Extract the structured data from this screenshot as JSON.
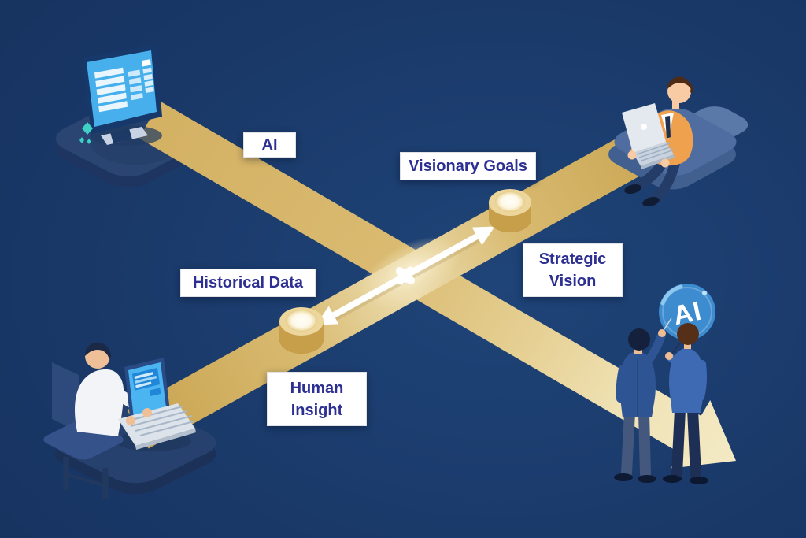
{
  "diagram": {
    "type": "isometric-infographic",
    "labels": {
      "ai": "AI",
      "visionary_goals": "Visionary Goals",
      "historical_data": "Historical Data",
      "strategic_vision": "Strategic Vision",
      "human_insight": "Human Insight"
    },
    "balloon": {
      "text": "AI",
      "color": "#3d8cd0"
    },
    "colors": {
      "background_navy": "#16335f",
      "band_gold": "#d0ac5c",
      "band_cream": "#f0e3b6",
      "label_bg": "#ffffff",
      "label_text": "#2d2f92",
      "arrow_white": "#ffffff",
      "screen_blue": "#47b0ec",
      "sweater_orange": "#f0a14e",
      "suit_blue": "#2f5493",
      "sparkle_teal": "#3ed2c6"
    },
    "illustrations": {
      "top_left": "desktop-monitor-on-platform",
      "top_right": "man-with-laptop-on-sofa",
      "bottom_left": "man-working-at-laptop",
      "bottom_right": "two-men-with-ai-balloon"
    }
  }
}
